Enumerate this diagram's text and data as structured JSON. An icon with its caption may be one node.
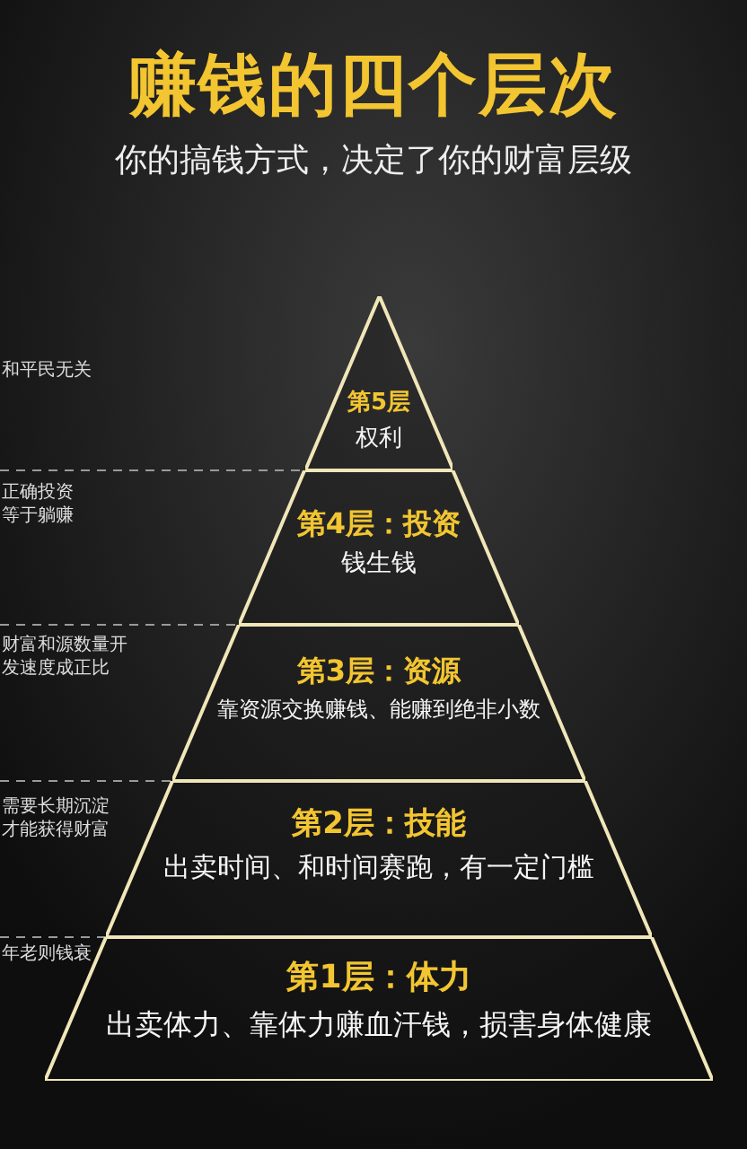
{
  "diagram": {
    "title": "赚钱的四个层次",
    "caption": "你的搞钱方式，决定了你的财富层级",
    "nodes": [
      {
        "text": [
          "第5层",
          "权利"
        ]
      },
      {
        "text": [
          "第4层：投资",
          "钱生钱"
        ]
      },
      {
        "text": [
          "第3层：资源",
          "靠资源交换赚钱、能赚到绝非小数"
        ]
      },
      {
        "text": [
          "第2层：技能",
          "出卖时间、和时间赛跑，有一定门槛"
        ]
      },
      {
        "text": [
          "第1层：体力",
          "出卖体力、靠体力赚血汗钱，损害身体健康"
        ]
      }
    ],
    "labels": [
      "和平民无关",
      "正确投资等于躺赚",
      "财富和源数量开发速度成正比",
      "需要长期沉淀才能获得财富",
      "年老则钱衰"
    ]
  }
}
